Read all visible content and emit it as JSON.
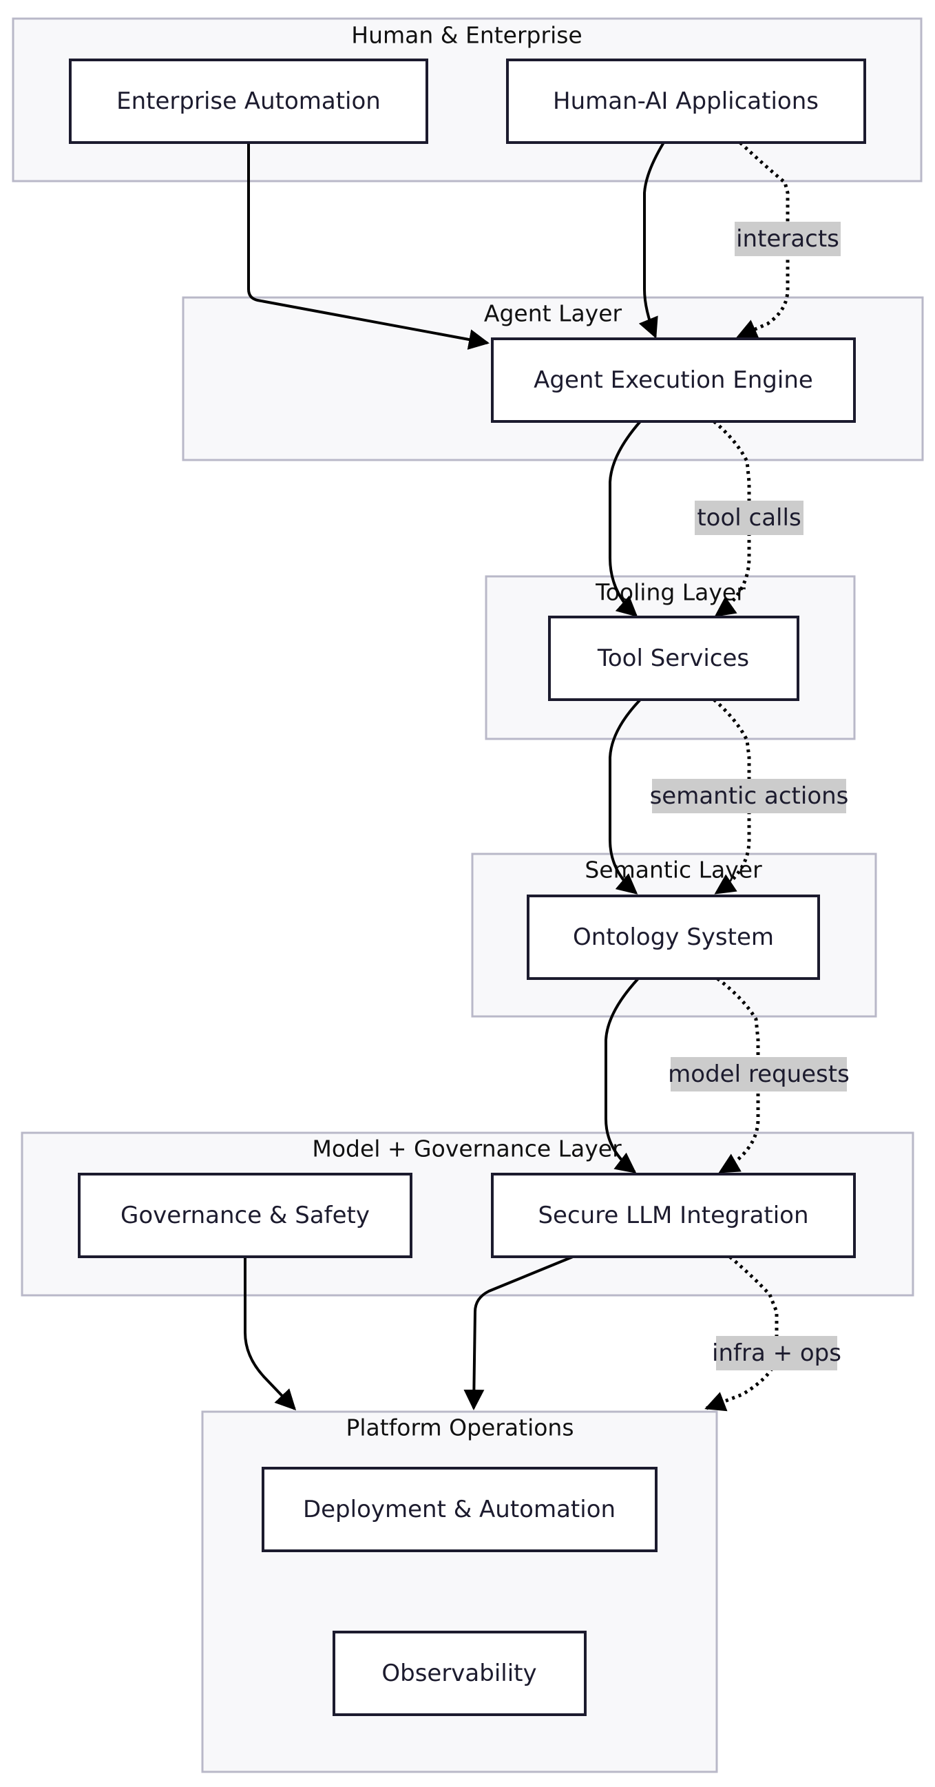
{
  "groups": {
    "human_enterprise": "Human & Enterprise",
    "agent_layer": "Agent Layer",
    "tooling_layer": "Tooling Layer",
    "semantic_layer": "Semantic Layer",
    "model_governance": "Model + Governance Layer",
    "platform_ops": "Platform Operations"
  },
  "nodes": {
    "enterprise_automation": "Enterprise Automation",
    "human_ai_apps": "Human-AI Applications",
    "agent_engine": "Agent Execution Engine",
    "tool_services": "Tool Services",
    "ontology": "Ontology System",
    "governance": "Governance & Safety",
    "secure_llm": "Secure LLM Integration",
    "deployment": "Deployment & Automation",
    "observability": "Observability"
  },
  "edges": {
    "interacts": "interacts",
    "tool_calls": "tool calls",
    "semantic_actions": "semantic actions",
    "model_requests": "model requests",
    "infra_ops": "infra + ops"
  }
}
